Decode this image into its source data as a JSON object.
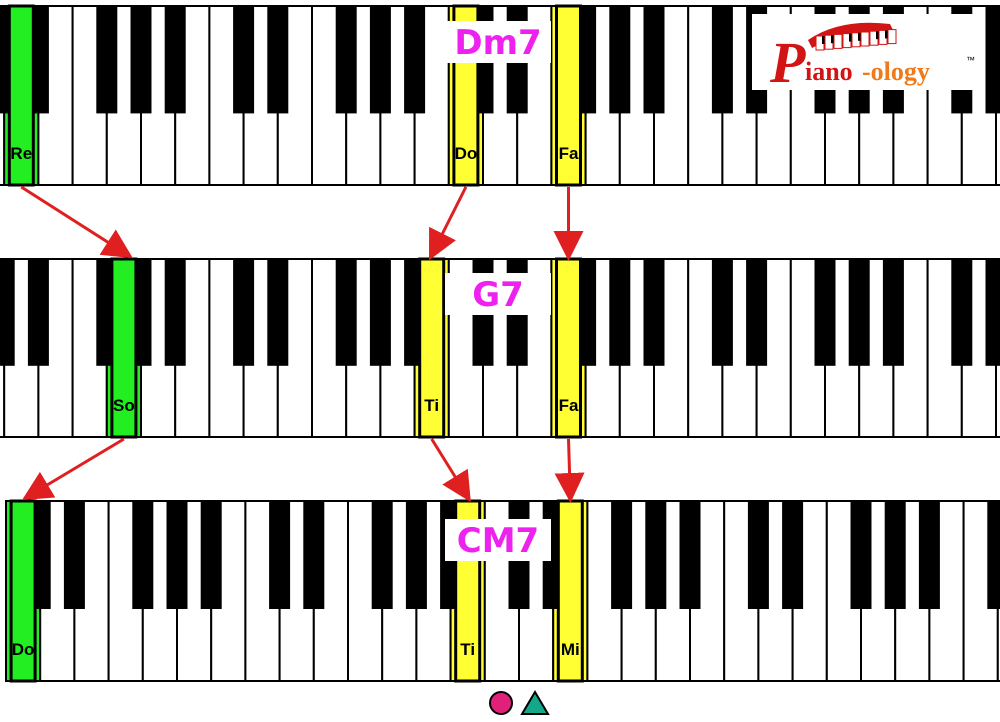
{
  "logo": {
    "text_part1": "iano",
    "text_part2": "-ology",
    "tm": "™",
    "letter": "P"
  },
  "colors": {
    "green": "#22ee22",
    "yellow": "#ffff33",
    "arrow": "#e02020",
    "chord_label": "#ee22ee",
    "logo_red": "#d21414",
    "logo_orange": "#f07a1a",
    "marker_circle": "#e0207a",
    "marker_triangle": "#14a88a"
  },
  "rows": [
    {
      "chord": "Dm7",
      "highlights": [
        {
          "key_type": "white",
          "index": 1,
          "label": "Re",
          "color": "green"
        },
        {
          "key_type": "white",
          "index": 14,
          "label": "Do",
          "color": "yellow"
        },
        {
          "key_type": "white",
          "index": 17,
          "label": "Fa",
          "color": "yellow"
        }
      ]
    },
    {
      "chord": "G7",
      "highlights": [
        {
          "key_type": "white",
          "index": 4,
          "label": "So",
          "color": "green"
        },
        {
          "key_type": "white",
          "index": 13,
          "label": "Ti",
          "color": "yellow"
        },
        {
          "key_type": "white",
          "index": 17,
          "label": "Fa",
          "color": "yellow"
        }
      ]
    },
    {
      "chord": "CM7",
      "highlights": [
        {
          "key_type": "white",
          "index": 0,
          "label": "Do",
          "color": "green"
        },
        {
          "key_type": "white",
          "index": 13,
          "label": "Ti",
          "color": "yellow"
        },
        {
          "key_type": "white",
          "index": 16,
          "label": "Mi",
          "color": "yellow"
        }
      ]
    }
  ],
  "markers": [
    "circle",
    "triangle"
  ]
}
